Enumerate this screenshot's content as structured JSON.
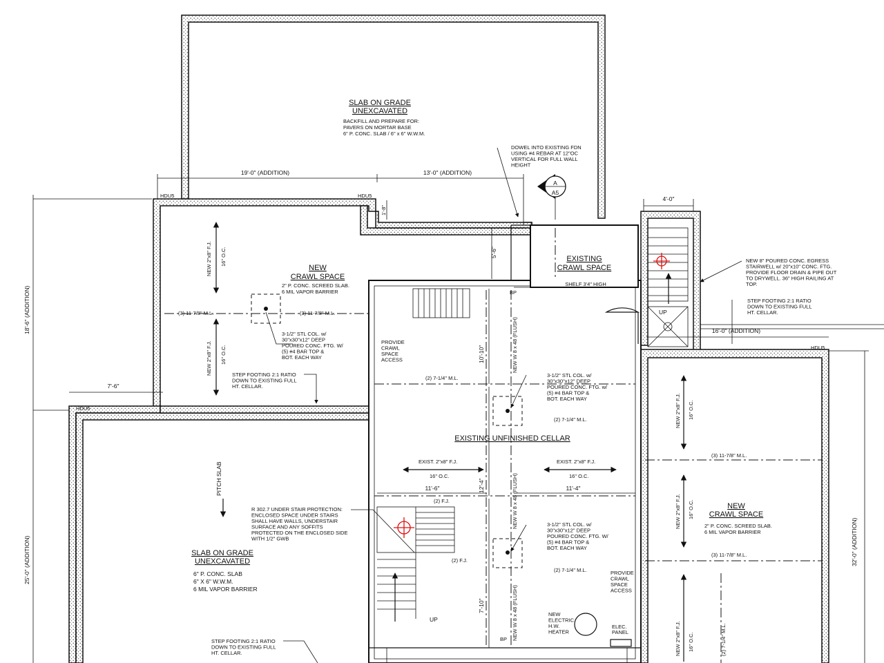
{
  "rooms": {
    "slab_top": {
      "title1": "SLAB ON GRADE",
      "title2": "UNEXCAVATED",
      "note1": "BACKFILL AND PREPARE FOR:",
      "note2": "PAVERS ON MORTAR BASE",
      "note3": "6\" P. CONC. SLAB / 6\" x 6\" W.W.M."
    },
    "crawl_left": {
      "title1": "NEW",
      "title2": "CRAWL SPACE",
      "note1": "2\" P. CONC. SCREED SLAB.",
      "note2": "6 MIL VAPOR BARRIER"
    },
    "existing_crawl": {
      "title1": "EXISTING",
      "title2": "CRAWL SPACE",
      "shelf": "SHELF 3'4\" HIGH"
    },
    "cellar": {
      "title": "EXISTING UNFINISHED CELLAR"
    },
    "crawl_right": {
      "title1": "NEW",
      "title2": "CRAWL SPACE",
      "note1": "2\" P. CONC. SCREED SLAB.",
      "note2": "6 MIL VAPOR BARRIER"
    },
    "slab_bottom": {
      "title1": "SLAB ON GRADE",
      "title2": "UNEXCAVATED",
      "note1": "6\" P. CONC. SLAB",
      "note2": "6\" X 6\" W.W.M.",
      "note3": "6 MIL VAPOR BARRIER",
      "pitch": "PITCH SLAB"
    }
  },
  "dims": {
    "add19": "19'-0\" (ADDITION)",
    "add13": "13'-0\" (ADDITION)",
    "d1_8": "1'-8\"",
    "d5_6": "5'-6\"",
    "d4_0": "4'-0\"",
    "d18_6": "18'-6\" (ADDITION)",
    "d7_6": "7'-6\"",
    "d10_10": "10'-10\"",
    "d11_6": "11'-6\"",
    "d11_4": "11'-4\"",
    "d12_4": "12'-4\"",
    "d7_10": "7'-10\"",
    "d16_0": "16'-0\" (ADDITION)",
    "d25_0": "25'-0\" (ADDITION)",
    "d32_0": "32'-0\" (ADDITION)"
  },
  "labels": {
    "hdu5": "HDU5",
    "fj": "NEW 2\"x8\" F.J.",
    "oc16": "16\" O.C.",
    "ml11": "(3) 11-7/8\" M.L.",
    "ml11b": "(3) 11-7/8\" M.L.",
    "ml7a": "(2) 7-1/4\" M.L.",
    "ml7b": "(2) 7-1/4\" M.L.",
    "ml7c": "(2) 7-1/4\" M.L.",
    "ml7v": "(2) 7-1/4\" M.L.",
    "ml11r1": "(3) 11-7/8\" M.L.",
    "ml11r2": "(3) 11-7/8\" M.L.",
    "fj2": "(2) F.J.",
    "fj2b": "(2) F.J.",
    "exist_fj": "EXIST. 2\"x8\" F.J.",
    "w8_1": "NEW W 8 x 48 (FLUSH)",
    "w8_2": "NEW W 8 x 48 (FLUSH)",
    "w8_3": "NEW W 8 x 48 (FLUSH)",
    "bp": "BP",
    "up": "UP",
    "section_a": "A",
    "section_sheet": "A5",
    "elec": "ELEC.",
    "panel": "PANEL"
  },
  "notes": {
    "dowel": [
      "DOWEL INTO EXISTING FDN",
      "USING #4 REBAR AT 12\"OC",
      "VERTICAL FOR FULL WALL",
      "HEIGHT"
    ],
    "col1": [
      "3-1/2\" STL COL. w/",
      "30\"x30\"x12\" DEEP",
      "POURED CONC. FTG. W/",
      "(5) #4 BAR TOP &",
      "BOT. EACH WAY"
    ],
    "col2": [
      "3-1/2\" STL COL. w/",
      "30\"x30\"x12\" DEEP",
      "POURED CONC. FTG. w/",
      "(5) #4 BAR TOP &",
      "BOT. EACH WAY"
    ],
    "col3": [
      "3-1/2\" STL COL. w/",
      "30\"x30\"x12\" DEEP",
      "POURED CONC. FTG. W/",
      "(5) #4 BAR TOP &",
      "BOT. EACH WAY"
    ],
    "step1": [
      "STEP FOOTING 2:1 RATIO",
      "DOWN TO EXISTING FULL",
      "HT. CELLAR."
    ],
    "step2": [
      "STEP FOOTING 2:1 RATIO",
      "DOWN TO EXISTING FULL",
      "HT. CELLAR."
    ],
    "step3": [
      "STEP FOOTING 2:1 RATIO",
      "DOWN TO EXISTING FULL",
      "HT. CELLAR."
    ],
    "egress": [
      "NEW 8\" POURED CONC. EGRESS",
      "STAIRWELL w/ 20\"x10\" CONC. FTG.",
      "PROVIDE FLOOR DRAIN & PIPE OUT",
      "TO DRYWELL. 36\" HIGH RAILING AT",
      "TOP."
    ],
    "access1": [
      "PROVIDE",
      "CRAWL",
      "SPACE",
      "ACCESS"
    ],
    "access2": [
      "PROVIDE",
      "CRAWL",
      "SPACE",
      "ACCESS"
    ],
    "stair": [
      "R 302.7 UNDER STAIR PROTECTION:",
      "ENCLOSED SPACE UNDER STAIRS",
      "SHALL HAVE WALLS, UNDERSTAIR",
      "SURFACE AND ANY SOFFITS",
      "PROTECTED ON THE ENCLOSED SIDE",
      "WITH 1/2\" GWB"
    ],
    "heater": [
      "NEW",
      "ELECTRIC",
      "H.W.",
      "HEATER"
    ]
  }
}
